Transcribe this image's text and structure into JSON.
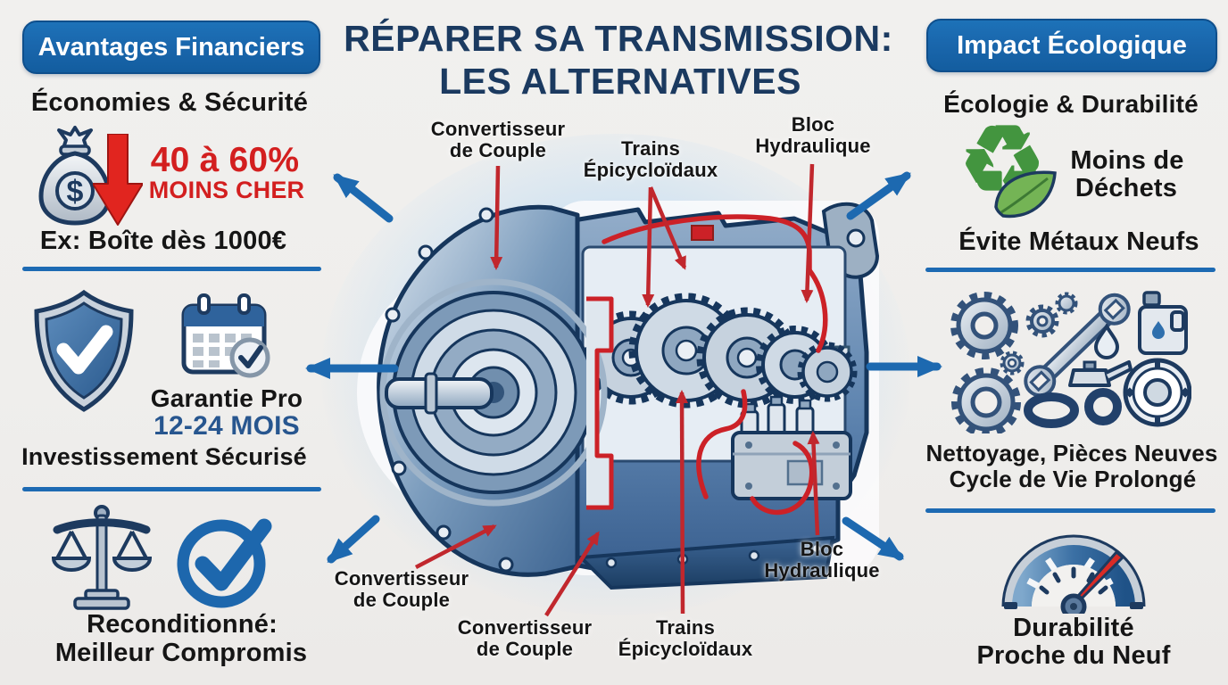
{
  "title": {
    "line1": "RÉPARER SA TRANSMISSION:",
    "line2": "LES ALTERNATIVES"
  },
  "left_panel": {
    "header": "Avantages Financiers",
    "savings": {
      "heading": "Économies & Sécurité",
      "stat": "40 à 60%",
      "stat_caption": "MOINS CHER",
      "example": "Ex: Boîte dès 1000€"
    },
    "warranty": {
      "title": "Garantie Pro",
      "duration": "12-24 MOIS",
      "note": "Investissement Sécurisé"
    },
    "verdict": {
      "line1": "Reconditionné:",
      "line2": "Meilleur Compromis"
    }
  },
  "right_panel": {
    "header": "Impact Écologique",
    "ecology": {
      "heading": "Écologie & Durabilité",
      "benefit_line1": "Moins de",
      "benefit_line2": "Déchets",
      "note": "Évite Métaux Neufs"
    },
    "refurb": {
      "line1": "Nettoyage, Pièces Neuves",
      "line2": "Cycle de Vie Prolongé"
    },
    "durability": {
      "line1": "Durabilité",
      "line2": "Proche du Neuf"
    }
  },
  "diagram": {
    "labels": {
      "top_converter": {
        "line1": "Convertisseur",
        "line2": "de Couple"
      },
      "top_planetary": {
        "line1": "Trains",
        "line2": "Épicycloïdaux"
      },
      "top_hydraulic": {
        "line1": "Bloc",
        "line2": "Hydraulique"
      },
      "bottom_converter_left": {
        "line1": "Convertisseur",
        "line2": "de Couple"
      },
      "bottom_converter_center": {
        "line1": "Convertisseur",
        "line2": "de Couple"
      },
      "bottom_planetary": {
        "line1": "Trains",
        "line2": "Épicycloïdaux"
      },
      "bottom_hydraulic": {
        "line1": "Bloc",
        "line2": "Hydraulique"
      }
    }
  },
  "icons": {
    "money_bag": "money-bag-icon",
    "down_arrow": "down-arrow-icon",
    "shield_check": "shield-check-icon",
    "calendar_check": "calendar-check-icon",
    "balance_scale": "balance-scale-icon",
    "check_circle": "check-circle-icon",
    "recycle_leaf": "recycle-leaf-icon",
    "spare_parts": "spare-parts-icons",
    "gauge": "gauge-icon",
    "transmission": "transmission-cutaway-illustration",
    "recycle_glyph": "♻"
  },
  "colors": {
    "background": "#f0eeec",
    "accent_blue": "#1a67ad",
    "navy_title": "#1b3a60",
    "red_accent": "#d31f1f",
    "leader_red": "#c1272d",
    "stat_blue": "#27568f",
    "green": "#43953f",
    "text_black": "#151515"
  }
}
